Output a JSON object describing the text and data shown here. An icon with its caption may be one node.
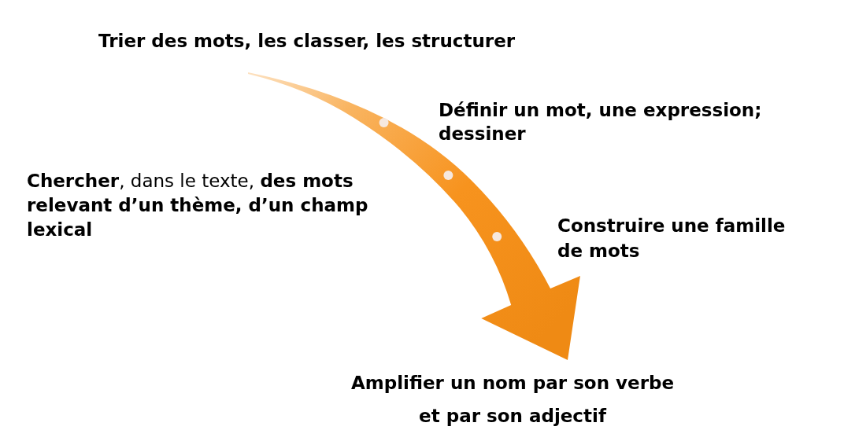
{
  "diagram": {
    "nodes": [
      {
        "text": [
          "Trier des mots, les classer, les structurer"
        ]
      },
      {
        "text": [
          "Amplifier un nom par son verbe et par son adjectif"
        ]
      }
    ],
    "edges": [
      {
        "from": 0,
        "to": 1,
        "arrow": "to"
      }
    ],
    "labels": [
      "Définir un mot, une expression; dessiner",
      "**Chercher**, dans le texte, **des mots relevant d’un thème, d’un champ lexical**",
      "Construire une famille de mots"
    ]
  }
}
